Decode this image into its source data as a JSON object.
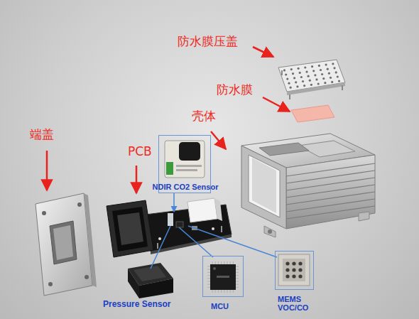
{
  "diagram": {
    "nodes": [
      {
        "text": [
          "NDIR CO2 Sensor"
        ]
      },
      {
        "text": [
          "MCU"
        ]
      },
      {
        "text": [
          "MEMS VOC/CO"
        ]
      }
    ],
    "labels": [
      "防水膜压盖",
      "防水膜",
      "壳体",
      "端盖",
      "PCB",
      "Pressure Sensor"
    ]
  }
}
